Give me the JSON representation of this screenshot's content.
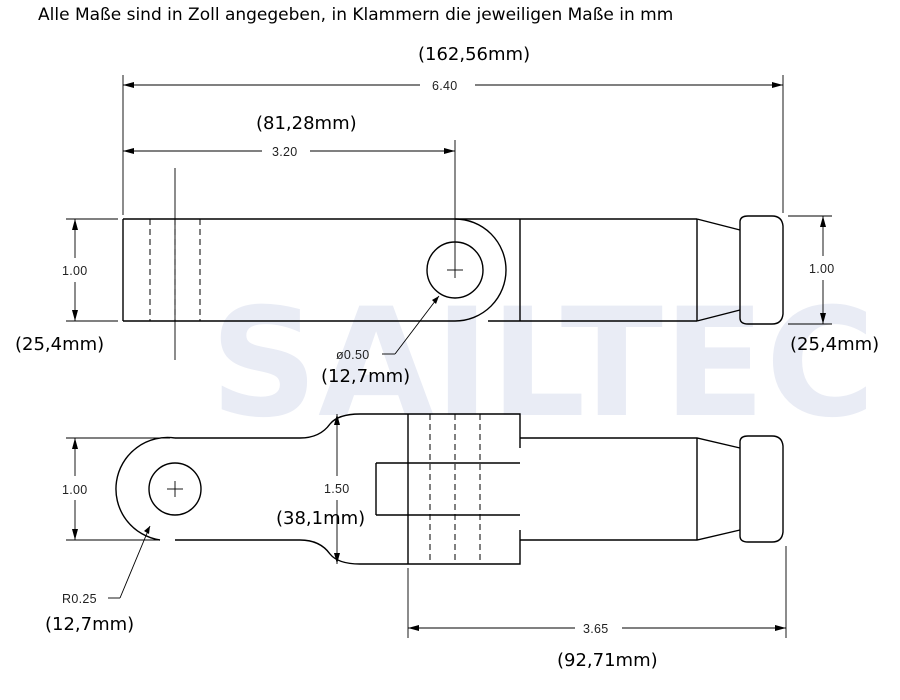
{
  "heading": "Alle Maße sind in Zoll angegeben, in Klammern die jeweiligen Maße in mm",
  "watermark": "SAILTEC",
  "dimensions": {
    "overall_length_mm": "(162,56mm)",
    "overall_length_in": "6.40",
    "half_length_mm": "(81,28mm)",
    "half_length_in": "3.20",
    "left_height_in": "1.00",
    "left_height_mm": "(25,4mm)",
    "right_height_in": "1.00",
    "right_height_mm": "(25,4mm)",
    "hole_dia_in": "ø0.50",
    "hole_dia_mm": "(12,7mm)",
    "lower_height_in": "1.00",
    "fork_width_in": "1.50",
    "fork_width_mm": "(38,1mm)",
    "radius_in": "R0.25",
    "radius_mm": "(12,7mm)",
    "fork_length_in": "3.65",
    "fork_length_mm": "(92,71mm)"
  }
}
